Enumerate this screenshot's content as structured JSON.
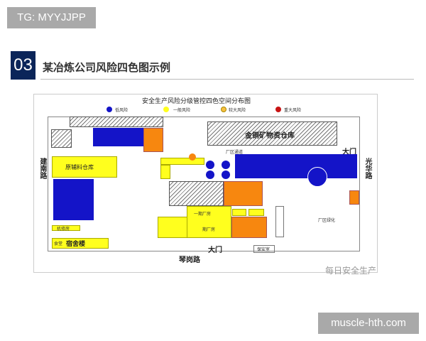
{
  "tag": "TG: MYYJJPP",
  "section": {
    "number": "03",
    "title": "某冶炼公司风险四色图示例"
  },
  "map": {
    "title": "安全生产风险分级管控四色空间分布图",
    "legend": [
      {
        "label": "低风险",
        "color": "#1414c8"
      },
      {
        "label": "一般风险",
        "color": "#ffff1e"
      },
      {
        "label": "较大风险",
        "color": "#f7c040"
      },
      {
        "label": "重大风险",
        "color": "#c81414"
      }
    ],
    "labels": {
      "warehouse_gold_copper": "金铜矿物资仓库",
      "raw_material_warehouse": "原辅料仓库",
      "dormitory": "宿舍楼",
      "canteen": "食堂",
      "repair_room": "机修房",
      "gate_east": "大门",
      "gate_south": "大门",
      "road_west": "建南路",
      "road_east": "光华路",
      "road_south": "琴岗路",
      "guard_room": "保安室",
      "plant_passage": "厂区通道",
      "plant_green": "厂区绿化",
      "workshop_1": "一期厂房",
      "workshop_2": "期厂房"
    }
  },
  "watermark": "每日安全生产",
  "site": "muscle-hth.com"
}
